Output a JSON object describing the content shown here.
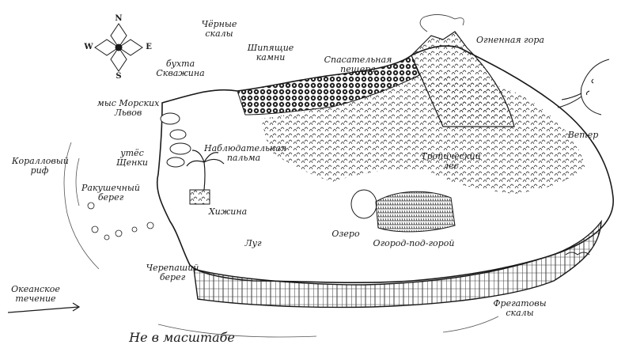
{
  "map": {
    "scale_note": "Не в масштабе",
    "compass": {
      "n": "N",
      "s": "S",
      "e": "E",
      "w": "W"
    },
    "labels": {
      "black_rocks": "Чёрные\nскалы",
      "hissing_stones": "Шипящие\nкамни",
      "fire_mountain": "Огненная гора",
      "rescue_cave": "Спасательная\nпещера",
      "whale_bay": "бухта\nСкважина",
      "sea_lion_cape": "мыс Морских\nЛьвов",
      "wind": "Ветер",
      "coral_reef": "Коралловый\nриф",
      "puppy_cliff": "утёс\nЩенки",
      "lookout_palm": "Наблюдательная\nпальма",
      "shell_beach": "Ракушечный\nберег",
      "tropical_forest": "Тропический\nлес",
      "hut": "Хижина",
      "lake": "Озеро",
      "garden": "Огород-под-горой",
      "meadow": "Луг",
      "turtle_beach": "Черепаший\nберег",
      "ocean_current": "Океанское\nтечение",
      "frigate_rocks": "Фрегатовы\nскалы"
    }
  }
}
